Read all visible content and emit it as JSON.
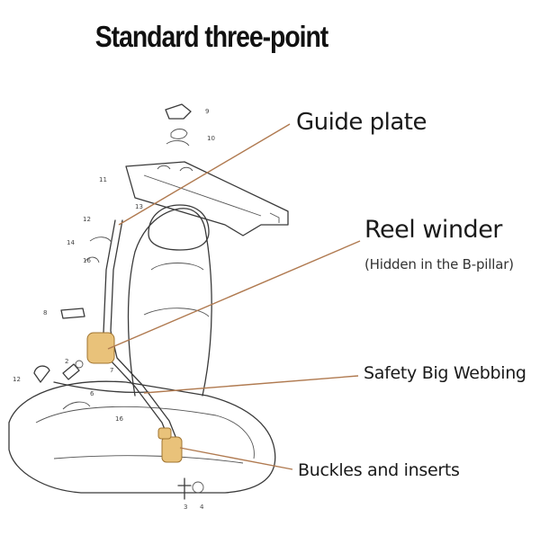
{
  "title": "Standard three-point",
  "callouts": {
    "guide_plate": "Guide plate",
    "reel_winder": "Reel winder",
    "reel_winder_note": "(Hidden in the B-pillar)",
    "webbing": "Safety Big Webbing",
    "buckles": "Buckles and inserts"
  },
  "part_numbers": [
    "9",
    "10",
    "11",
    "12",
    "13",
    "14",
    "16",
    "2",
    "8",
    "7",
    "12",
    "6",
    "16",
    "3",
    "4"
  ],
  "colors": {
    "leader": "#b07a50",
    "highlight": "#e9c27a",
    "ink": "#3a3a3a"
  }
}
